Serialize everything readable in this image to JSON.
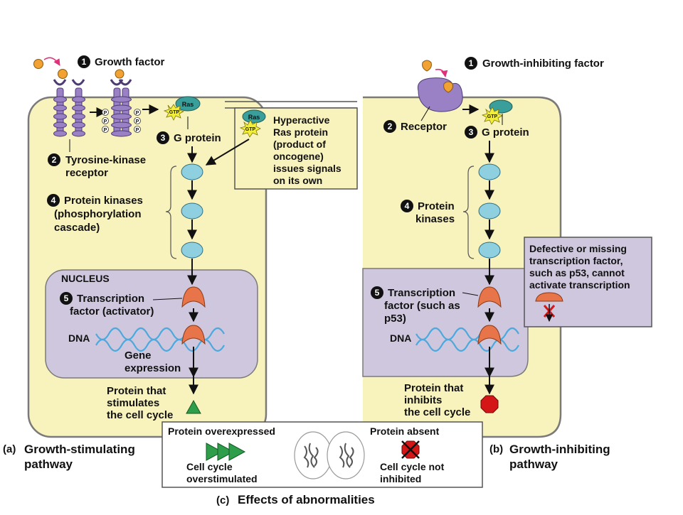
{
  "panel_a": {
    "step1": {
      "num": "1",
      "label": "Growth factor"
    },
    "step2": {
      "num": "2",
      "label_line1": "Tyrosine-kinase",
      "label_line2": "receptor"
    },
    "step3": {
      "num": "3",
      "label": "G protein"
    },
    "step4": {
      "num": "4",
      "label_line1": "Protein kinases",
      "label_line2": "(phosphorylation",
      "label_line3": "cascade)"
    },
    "nucleus": "NUCLEUS",
    "step5": {
      "num": "5",
      "label_line1": "Transcription",
      "label_line2": "factor (activator)"
    },
    "dna": "DNA",
    "gene_expr_line1": "Gene",
    "gene_expr_line2": "expression",
    "protein_line1": "Protein that",
    "protein_line2": "stimulates",
    "protein_line3": "the cell cycle",
    "ras": "Ras",
    "gtp": "GTP",
    "phos": "P",
    "caption_letter": "(a)",
    "caption_line1": "Growth-stimulating",
    "caption_line2": "pathway"
  },
  "hyperactive_box": {
    "ras": "Ras",
    "gtp": "GTP",
    "line1": "Hyperactive",
    "line2": "Ras protein",
    "line3": "(product of",
    "line4": "oncogene)",
    "line5": "issues signals",
    "line6": "on its own"
  },
  "panel_b": {
    "step1": {
      "num": "1",
      "label": "Growth-inhibiting factor"
    },
    "step2": {
      "num": "2",
      "label": "Receptor"
    },
    "step3": {
      "num": "3",
      "label": "G protein"
    },
    "step4": {
      "num": "4",
      "label_line1": "Protein",
      "label_line2": "kinases"
    },
    "step5": {
      "num": "5",
      "label_line1": "Transcription",
      "label_line2": "factor (such as",
      "label_line3": "p53)"
    },
    "dna": "DNA",
    "protein_line1": "Protein that",
    "protein_line2": "inhibits",
    "protein_line3": "the cell cycle",
    "gtp": "GTP",
    "caption_letter": "(b)",
    "caption_line1": "Growth-inhibiting",
    "caption_line2": "pathway"
  },
  "defective_box": {
    "line1": "Defective or missing",
    "line2": "transcription factor,",
    "line3": "such as p53, cannot",
    "line4": "activate transcription"
  },
  "effects": {
    "left_title": "Protein overexpressed",
    "left_line1": "Cell cycle",
    "left_line2": "overstimulated",
    "right_title": "Protein absent",
    "right_line1": "Cell cycle not",
    "right_line2": "inhibited",
    "caption_letter": "(c)",
    "caption": "Effects of abnormalities"
  },
  "colors": {
    "cell": "#f8f2bd",
    "nucleus": "#cfc7de",
    "receptor": "#9a80c4",
    "kinase": "#8fd0e0",
    "tf": "#e8744a",
    "ras": "#3a9e9a",
    "gtp": "#f2ee3a",
    "dna": "#4ba9dd",
    "stim_protein": "#2e9e4a",
    "inhib_protein": "#d41616",
    "growth_factor": "#f1a232"
  }
}
